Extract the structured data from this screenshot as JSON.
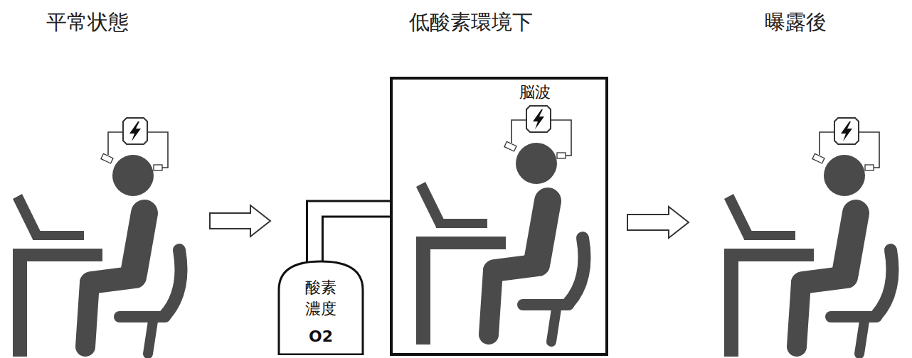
{
  "diagram": {
    "nodes": [
      {
        "text": [
          "酸素 濃度",
          "O2"
        ]
      },
      {
        "text": [
          "脳波"
        ]
      }
    ],
    "edges": [
      {
        "from": 0,
        "to": 1,
        "arrow": "none"
      }
    ],
    "labels": [
      "平常状態",
      "低酸素環境下",
      "曝露後"
    ]
  }
}
